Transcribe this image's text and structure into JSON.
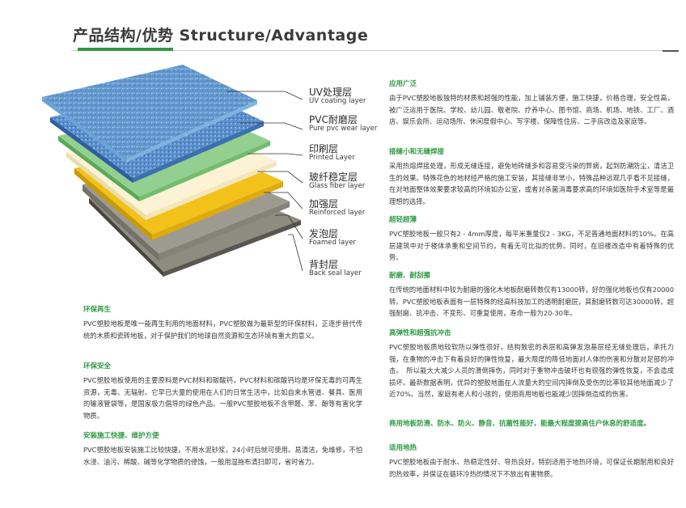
{
  "page_title": "产品结构/优势 Structure/Advantage",
  "colors": {
    "accent_green": "#2f9a44",
    "uv_layer": "#8ec3e6",
    "wear_layer": "#4a7fc2",
    "printed_layer": "#93d08f",
    "glass_fiber_layer": "#fbf3d3",
    "reinforced_layer": "#f2c21a",
    "foamed_layer": "#8e8b80",
    "back_seal_layer": "#595650"
  },
  "layers": [
    {
      "zh": "UV处理层",
      "en": "UV coating layer"
    },
    {
      "zh": "PVC耐磨层",
      "en": "Pure pvc wear layer"
    },
    {
      "zh": "印刷层",
      "en": "Printed Layer"
    },
    {
      "zh": "玻纤稳定层",
      "en": "Glass fiber layer"
    },
    {
      "zh": "加强层",
      "en": "Reinforced layer"
    },
    {
      "zh": "发泡层",
      "en": "Foamed layer"
    },
    {
      "zh": "背封层",
      "en": "Back seal layer"
    }
  ],
  "left_sections": [
    {
      "title": "环保再生",
      "body": "PVC塑胶地板是唯一能再生利用的地面材料，PVC塑胶做为最新型的环保材料，正逐步替代传统的木质和瓷砖地板，对于保护我们的地球自然资源和生态环境有重大的意义。"
    },
    {
      "title": "环保安全",
      "body": "PVC塑胶地板使用的主要原料是PVC材料和碳酸钙，PVC材料和碳酸钙均是环保无毒的可再生资源，无毒、无辐射。它早已大量的使用在人们的日常生活中，比如自来水管道、餐具、医用的输液管袋等，是国家极力倡导的绿色产品。一般PVC塑胶地板不含甲醛、苯、酚等有害化学物质。"
    },
    {
      "title": "安装施工快捷、维护方便",
      "body": "PVC塑胶地板安装施工比较快捷，不用水泥砂浆，24小时后就可使用。易清洁，免维修，不怕水浸、油污、稀酸、碱等化学物质的侵蚀，一般用湿拖布清扫即可，省时省力。"
    }
  ],
  "right_sections": [
    {
      "title": "应用广泛",
      "body": "由于PVC塑胶地板独特的材质和超强的性能，加上铺装方便，施工快捷，价格合理，安全性高，被广泛运用于医院、学校、幼儿园、敬老院、疗养中心、图书馆、商场、机场、地铁、工厂、酒店、娱乐会所、运动场所、休闲度假中心、写字楼、保障性住房、二手房改造及家庭等。"
    },
    {
      "title": "接缝小和无缝焊接",
      "body": "采用热熔焊接处理，形成无缝连接，避免地砖缝多和容易受污染的弊病，起到防潮防尘，清洁卫生的效果。特殊花色的地材经严格的施工安装，其接缝非常小，特殊品种远观几乎看不见接缝，在对地面整体效果要求较高的环境如办公室，或者对杀菌消毒要求高的环境如医院手术室等是最理想的选择。"
    },
    {
      "title": "超轻超薄",
      "body": "PVC塑胶地板一般只有2 - 4mm厚度，每平米重量仅2 - 3KG，不足普通地面材料的10%。在高层建筑中对于楼体承重和空间节约，有着无可比拟的优势。同时，在旧楼改造中有着特殊的优势。"
    },
    {
      "title": "耐磨、耐刮擦",
      "body": "在传统的地面材料中较为耐磨的强化木地板耐磨转数仅有13000转，好的强化地板也仅有20000转。PVC塑胶地板表面有一层特殊的经高科技加工的透明耐磨层，其耐磨转数可达30000转。超强耐磨、抗冲击、不变形、可重复使用，寿命一般为20-30年。"
    },
    {
      "title": "高弹性和超强抗冲击",
      "body": "PVC塑胶地板质地较软所以弹性很好，结构致密的表层和高弹发泡基层经无缝处理后，承托力强，在重物的冲击下有着良好的弹性恢复，最大限度的降低地面对人体的伤害和分散对足部的冲击。　所以能大大减少人员的滑倒摔伤，同时对于重物冲击破坏也有很强的弹性恢复，不会造成损坏。最新数据表明，优异的塑胶地面在人流量大的空间内摔倒及受伤的比率较其他地面减少了近70%。当然，家庭有老人和小孩的，使用商用地板也能减少因摔倒造成的伤害。"
    },
    {
      "title": "商用地板防滑、防水、防火、静音、抗菌性能好，能最大程度提高住户休息的舒适度。",
      "body": ""
    },
    {
      "title": "适用地热",
      "body": "PVC塑胶地板由于耐水、热稳定性好、导热良好，特别适用于地热环境，可保证长期耐用和良好的热效率，并保证在循环冷热的情况下不放出有害物质。"
    }
  ]
}
